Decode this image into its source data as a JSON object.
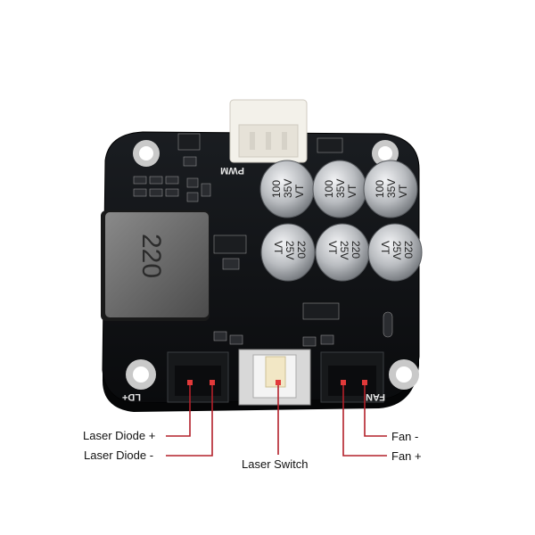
{
  "board": {
    "silkscreen_pwm": "PWM",
    "silkscreen_ld": "LD+",
    "silkscreen_fan": "FAN",
    "inductor_marking": "220",
    "capacitors_top": [
      {
        "line1": "100",
        "line2": "35V",
        "line3": "VT"
      },
      {
        "line1": "100",
        "line2": "35V",
        "line3": "VT"
      },
      {
        "line1": "100",
        "line2": "35V",
        "line3": "VT"
      }
    ],
    "capacitors_bottom": [
      {
        "line1": "220",
        "line2": "25V",
        "line3": "VT"
      },
      {
        "line1": "220",
        "line2": "25V",
        "line3": "VT"
      },
      {
        "line1": "220",
        "line2": "25V",
        "line3": "VT"
      }
    ]
  },
  "callouts": {
    "laser_diode_plus": "Laser Diode +",
    "laser_diode_minus": "Laser Diode -",
    "laser_switch": "Laser Switch",
    "fan_minus": "Fan -",
    "fan_plus": "Fan +"
  },
  "colors": {
    "pcb": "#101214",
    "leader_line": "#b3202a",
    "capacitor": "#b9bcc0",
    "connector": "#f3f1ea"
  }
}
